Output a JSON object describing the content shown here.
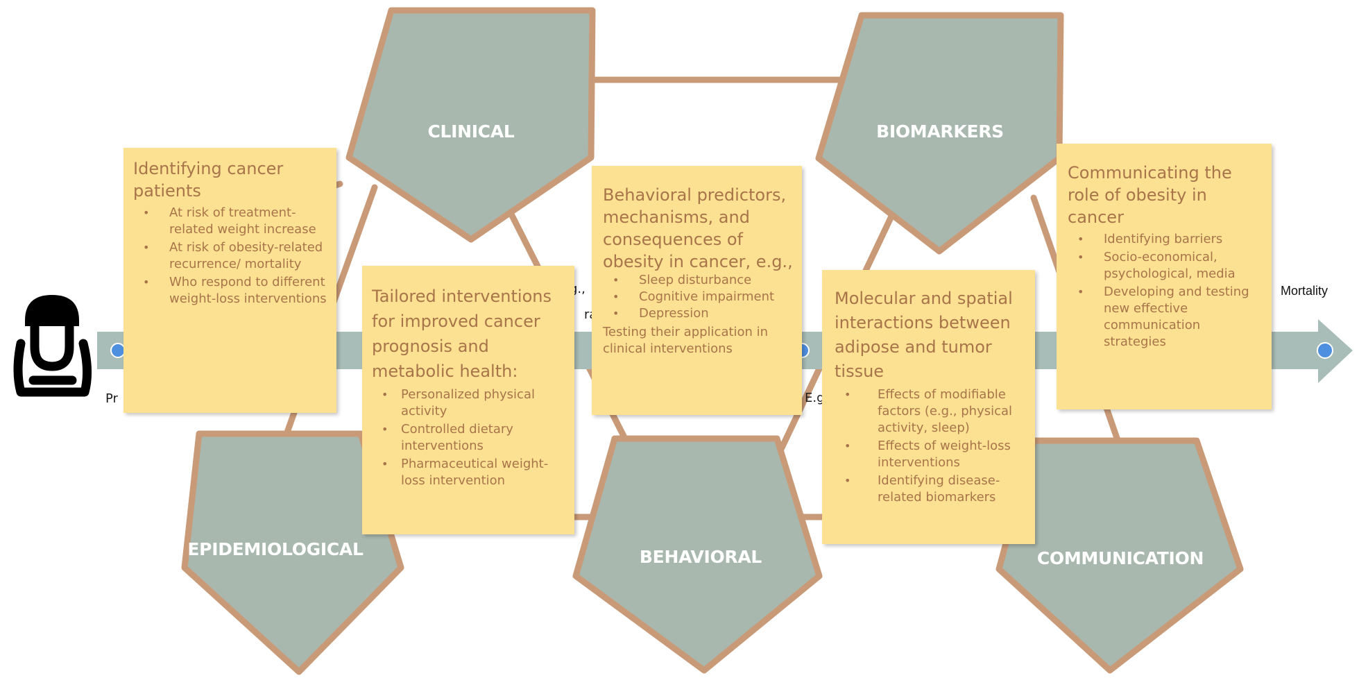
{
  "pentagons": {
    "clinical": "CLINICAL",
    "biomarkers": "BIOMARKERS",
    "epidemiological": "EPIDEMIOLOGICAL",
    "behavioral": "BEHAVIORAL",
    "communication": "COMMUNICATION"
  },
  "timeline": {
    "end_label": "Mortality",
    "fragments": [
      "Pr",
      "g.,",
      "ra",
      "E.g"
    ]
  },
  "notes": {
    "identifying": {
      "heading": "Identifying cancer patients",
      "items": [
        "At risk of treatment-related weight increase",
        "At risk of obesity-related recurrence/ mortality",
        "Who respond to different weight-loss interventions"
      ]
    },
    "tailored": {
      "heading": "Tailored interventions for improved cancer prognosis and metabolic health:",
      "items": [
        "Personalized physical activity",
        "Controlled dietary interventions",
        "Pharmaceutical weight-loss intervention"
      ]
    },
    "behavioral": {
      "heading": "Behavioral predictors, mechanisms, and consequences of obesity in cancer, e.g.,",
      "items": [
        "Sleep disturbance",
        "Cognitive impairment",
        "Depression"
      ],
      "tail": "Testing their application in clinical interventions"
    },
    "molecular": {
      "heading": "Molecular and spatial interactions between adipose and tumor tissue",
      "items": [
        "Effects of modifiable factors (e.g., physical activity, sleep)",
        "Effects of weight-loss interventions",
        "Identifying disease-related biomarkers"
      ]
    },
    "communicating": {
      "heading": "Communicating the role of obesity in cancer",
      "items": [
        "Identifying barriers",
        "Socio-economical, psychological, media",
        "Developing and testing new effective communication strategies"
      ]
    }
  },
  "colors": {
    "pentagon_fill": "#a9b8ae",
    "pentagon_border": "#c99a78",
    "note_bg": "#fde193",
    "note_text": "#a8744a",
    "arrow": "#a9bdb8",
    "dot": "#4f8fdf"
  }
}
